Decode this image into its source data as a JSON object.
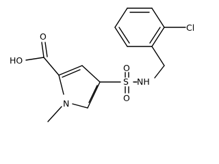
{
  "molecule": {
    "atoms": {
      "chlorine": "Cl",
      "hydroxyl": "HO",
      "carbonyl_oxygen": "O",
      "ring_nitrogen": "N",
      "sulfonyl_oxygen_top": "O",
      "sulfur": "S",
      "sulfonyl_oxygen_bottom": "O",
      "amide_nh": "NH"
    }
  },
  "colors": {
    "bond": "#000000",
    "label": "#000000",
    "background": "#ffffff"
  }
}
